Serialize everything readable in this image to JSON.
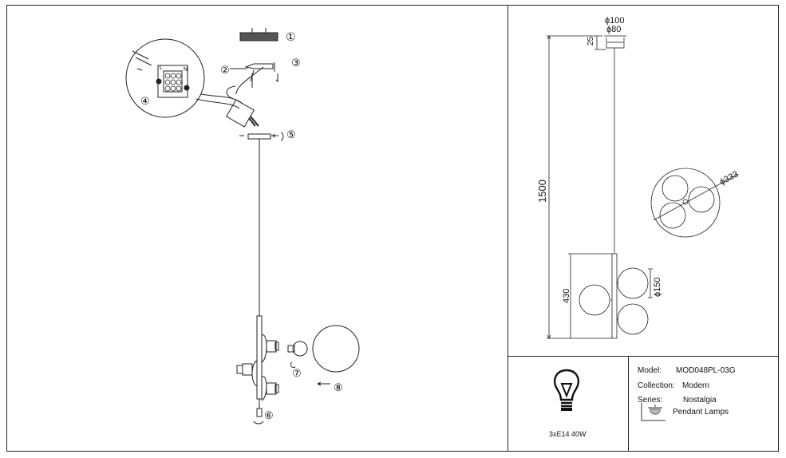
{
  "install_steps": [
    "①",
    "②",
    "③",
    "④",
    "⑤",
    "⑥",
    "⑦",
    "⑧"
  ],
  "dimensions": {
    "canopy_outer": "ϕ100",
    "canopy_inner": "ϕ80",
    "canopy_height": "25",
    "overall_height": "1500",
    "body_height": "430",
    "globe_diameter": "ϕ150",
    "spread_diameter": "ϕ333"
  },
  "wiring": {
    "l": "L",
    "n": "N"
  },
  "bulb_spec": "3xE14 40W",
  "info": {
    "model_label": "Model:",
    "model_value": "MOD048PL-03G",
    "collection_label": "Collection:",
    "collection_value": "Modern",
    "series_label": "Series:",
    "series_value": "Nostalgia",
    "type_value": "Pendant Lamps"
  }
}
